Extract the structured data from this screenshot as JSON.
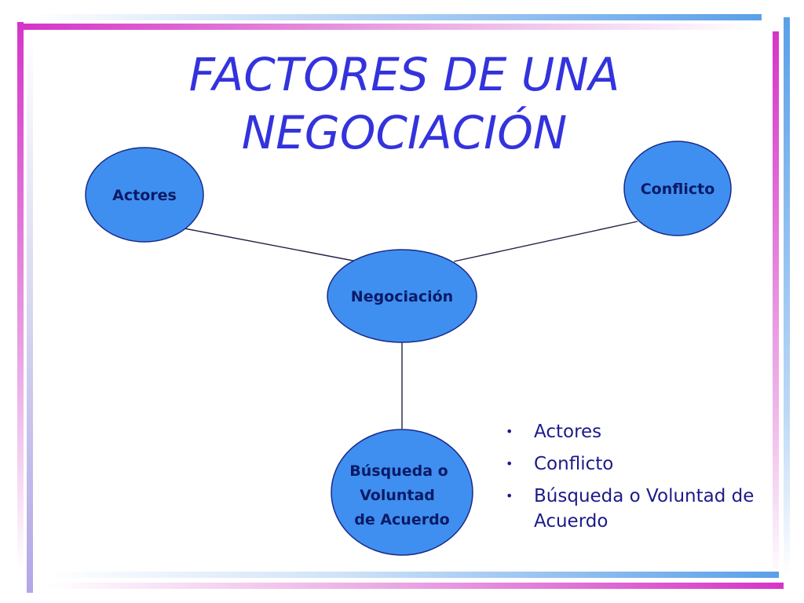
{
  "title": {
    "line1": "FACTORES DE UNA",
    "line2": "NEGOCIACIÓN"
  },
  "diagram": {
    "nodes": {
      "actores": "Actores",
      "conflicto": "Conflicto",
      "negociacion": "Negociación",
      "busqueda": [
        "Búsqueda o",
        "Voluntad",
        "de Acuerdo"
      ]
    },
    "node_fill": "#3f8ff0",
    "node_stroke": "#1a2a88"
  },
  "bullets": {
    "marker": "•",
    "items": [
      "Actores",
      "Conflicto",
      "Búsqueda o  Voluntad de Acuerdo"
    ]
  },
  "colors": {
    "title": "#3333dd",
    "bullet_text": "#1b1b88",
    "accent_magenta": "#d535c8",
    "accent_blue": "#5aa0e8"
  }
}
